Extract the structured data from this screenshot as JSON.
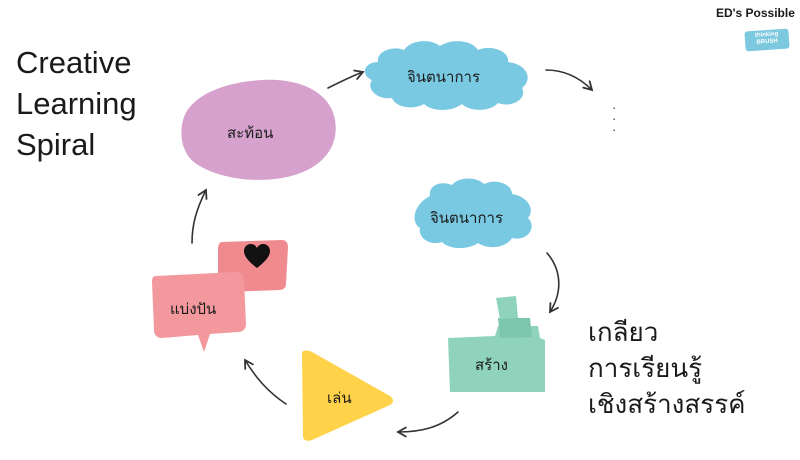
{
  "title": {
    "line1": "Creative",
    "line2": "Learning",
    "line3": "Spiral"
  },
  "brand": {
    "name": "ED's Possible",
    "badge_line1": "thinking",
    "badge_line2": "BRUSH"
  },
  "nodes": {
    "reflect": "สะท้อน",
    "imagine_top": "จินตนาการ",
    "imagine_inner": "จินตนาการ",
    "create": "สร้าง",
    "play": "เล่น",
    "share": "แบ่งปัน"
  },
  "continuation": {
    "dot1": "·",
    "dot2": "·",
    "dot3": "·"
  },
  "thai_title": {
    "line1": "เกลียว",
    "line2": "การเรียนรู้",
    "line3": "เชิงสร้างสรรค์"
  },
  "colors": {
    "reflect": "#d6a2cd",
    "imagine": "#7ac9e3",
    "create": "#8fd3bc",
    "play": "#ffd24a",
    "share": "#f3999e",
    "heart": "#111111",
    "arrow": "#333333"
  },
  "icons": {
    "heart": "heart-icon"
  }
}
